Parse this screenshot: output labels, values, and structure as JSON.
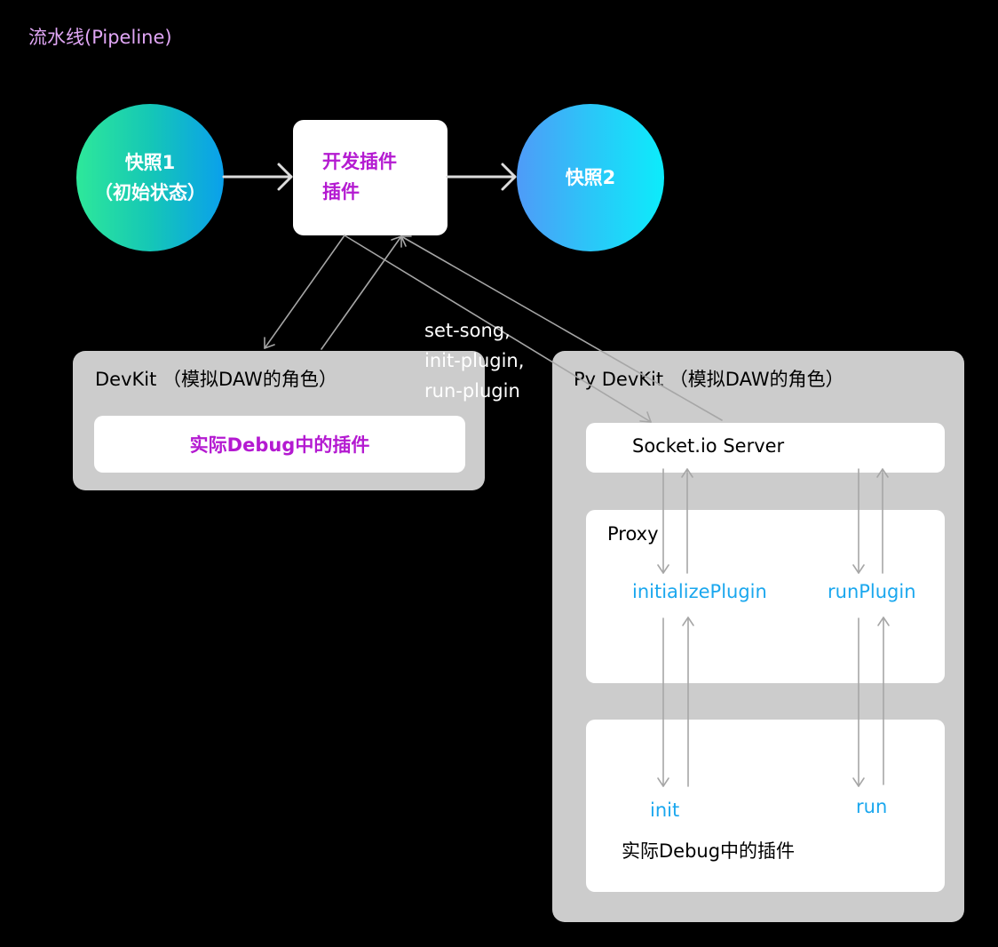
{
  "title": "流水线(Pipeline)",
  "pipeline": {
    "snapshot1": {
      "line1": "快照1",
      "line2": "（初始状态）"
    },
    "dev_plugin": {
      "line1": "开发插件",
      "line2": "插件"
    },
    "snapshot2": {
      "label": "快照2"
    }
  },
  "messages": [
    "set-song,",
    "init-plugin,",
    "run-plugin"
  ],
  "devkit": {
    "title": "DevKit （模拟DAW的角色）",
    "plugin_label": "实际Debug中的插件"
  },
  "py_devkit": {
    "title": "Py DevKit （模拟DAW的角色）",
    "socket_server": "Socket.io Server",
    "proxy": {
      "label": "Proxy",
      "initialize_plugin": "initializePlugin",
      "run_plugin": "runPlugin"
    },
    "plugin": {
      "init": "init",
      "run": "run",
      "label": "实际Debug中的插件"
    }
  },
  "colors": {
    "background": "#000000",
    "title": "#e0a6f5",
    "plugin_text": "#b41ad1",
    "method_text": "#1aa7ee",
    "panel": "#cccccc",
    "connector": "#a6a6a6"
  }
}
